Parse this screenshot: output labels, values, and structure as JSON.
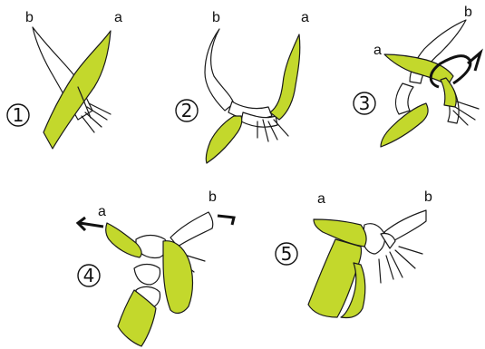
{
  "colors": {
    "scarf": "#c3d82c",
    "outline": "#1a1a1a",
    "background": "#ffffff"
  },
  "steps": [
    {
      "number": "1",
      "end_a": "a",
      "end_b": "b"
    },
    {
      "number": "2",
      "end_a": "a",
      "end_b": "b"
    },
    {
      "number": "3",
      "end_a": "a",
      "end_b": "b"
    },
    {
      "number": "4",
      "end_a": "a",
      "end_b": "b"
    },
    {
      "number": "5",
      "end_a": "a",
      "end_b": "b"
    }
  ],
  "icons": [
    "arrow-loop-icon",
    "arrow-left-icon",
    "arrow-right-icon"
  ]
}
